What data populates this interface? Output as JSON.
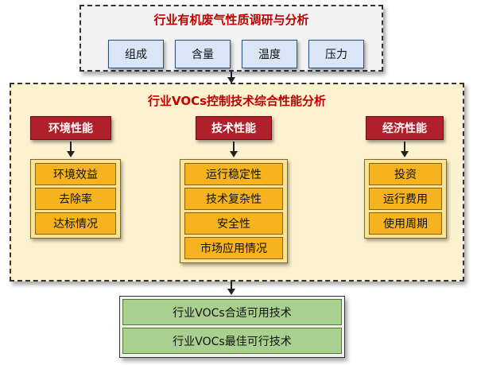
{
  "top": {
    "title": "行业有机废气性质调研与分析",
    "params": [
      "组成",
      "含量",
      "温度",
      "压力"
    ]
  },
  "middle": {
    "title": "行业VOCs控制技术综合性能分析",
    "columns": [
      {
        "head": "环境性能",
        "items": [
          "环境效益",
          "去除率",
          "达标情况"
        ]
      },
      {
        "head": "技术性能",
        "items": [
          "运行稳定性",
          "技术复杂性",
          "安全性",
          "市场应用情况"
        ]
      },
      {
        "head": "经济性能",
        "items": [
          "投资",
          "运行费用",
          "使用周期"
        ]
      }
    ]
  },
  "bottom": {
    "results": [
      "行业VOCs合适可用技术",
      "行业VOCs最佳可行技术"
    ]
  },
  "colors": {
    "title_red": "#c00000",
    "param_fill": "#dae6f5",
    "middle_bg": "#fdf2cf",
    "perf_head_fill": "#b0202a",
    "item_fill": "#f5b31f",
    "result_fill": "#a9d08e"
  }
}
